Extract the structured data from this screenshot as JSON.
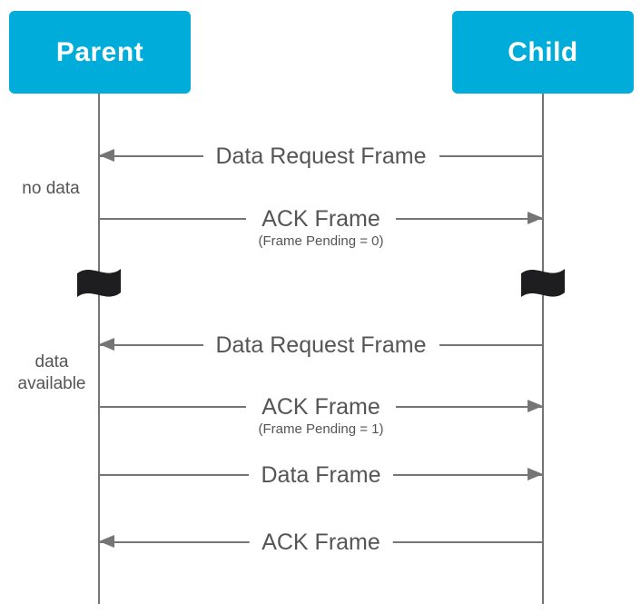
{
  "diagram": {
    "type": "sequence",
    "actors": [
      {
        "id": "parent",
        "label": "Parent"
      },
      {
        "id": "child",
        "label": "Child"
      }
    ],
    "side_labels": [
      {
        "lines": [
          "no data"
        ]
      },
      {
        "lines": [
          "data",
          "available"
        ]
      }
    ],
    "messages": [
      {
        "label": "Data Request Frame",
        "from": "Child",
        "to": "Parent",
        "direction": "left"
      },
      {
        "label": "ACK Frame",
        "sublabel": "(Frame Pending = 0)",
        "from": "Parent",
        "to": "Child",
        "direction": "right"
      },
      {
        "label": "Data Request Frame",
        "from": "Child",
        "to": "Parent",
        "direction": "left"
      },
      {
        "label": "ACK Frame",
        "sublabel": "(Frame Pending = 1)",
        "from": "Parent",
        "to": "Child",
        "direction": "right"
      },
      {
        "label": "Data Frame",
        "from": "Parent",
        "to": "Child",
        "direction": "right"
      },
      {
        "label": "ACK Frame",
        "from": "Child",
        "to": "Parent",
        "direction": "left"
      }
    ],
    "break_icon": "wavy-flag",
    "colors": {
      "actor_fill": "#00ACD9",
      "line": "#757575",
      "text": "#555557",
      "flag": "#1E1E20"
    }
  }
}
